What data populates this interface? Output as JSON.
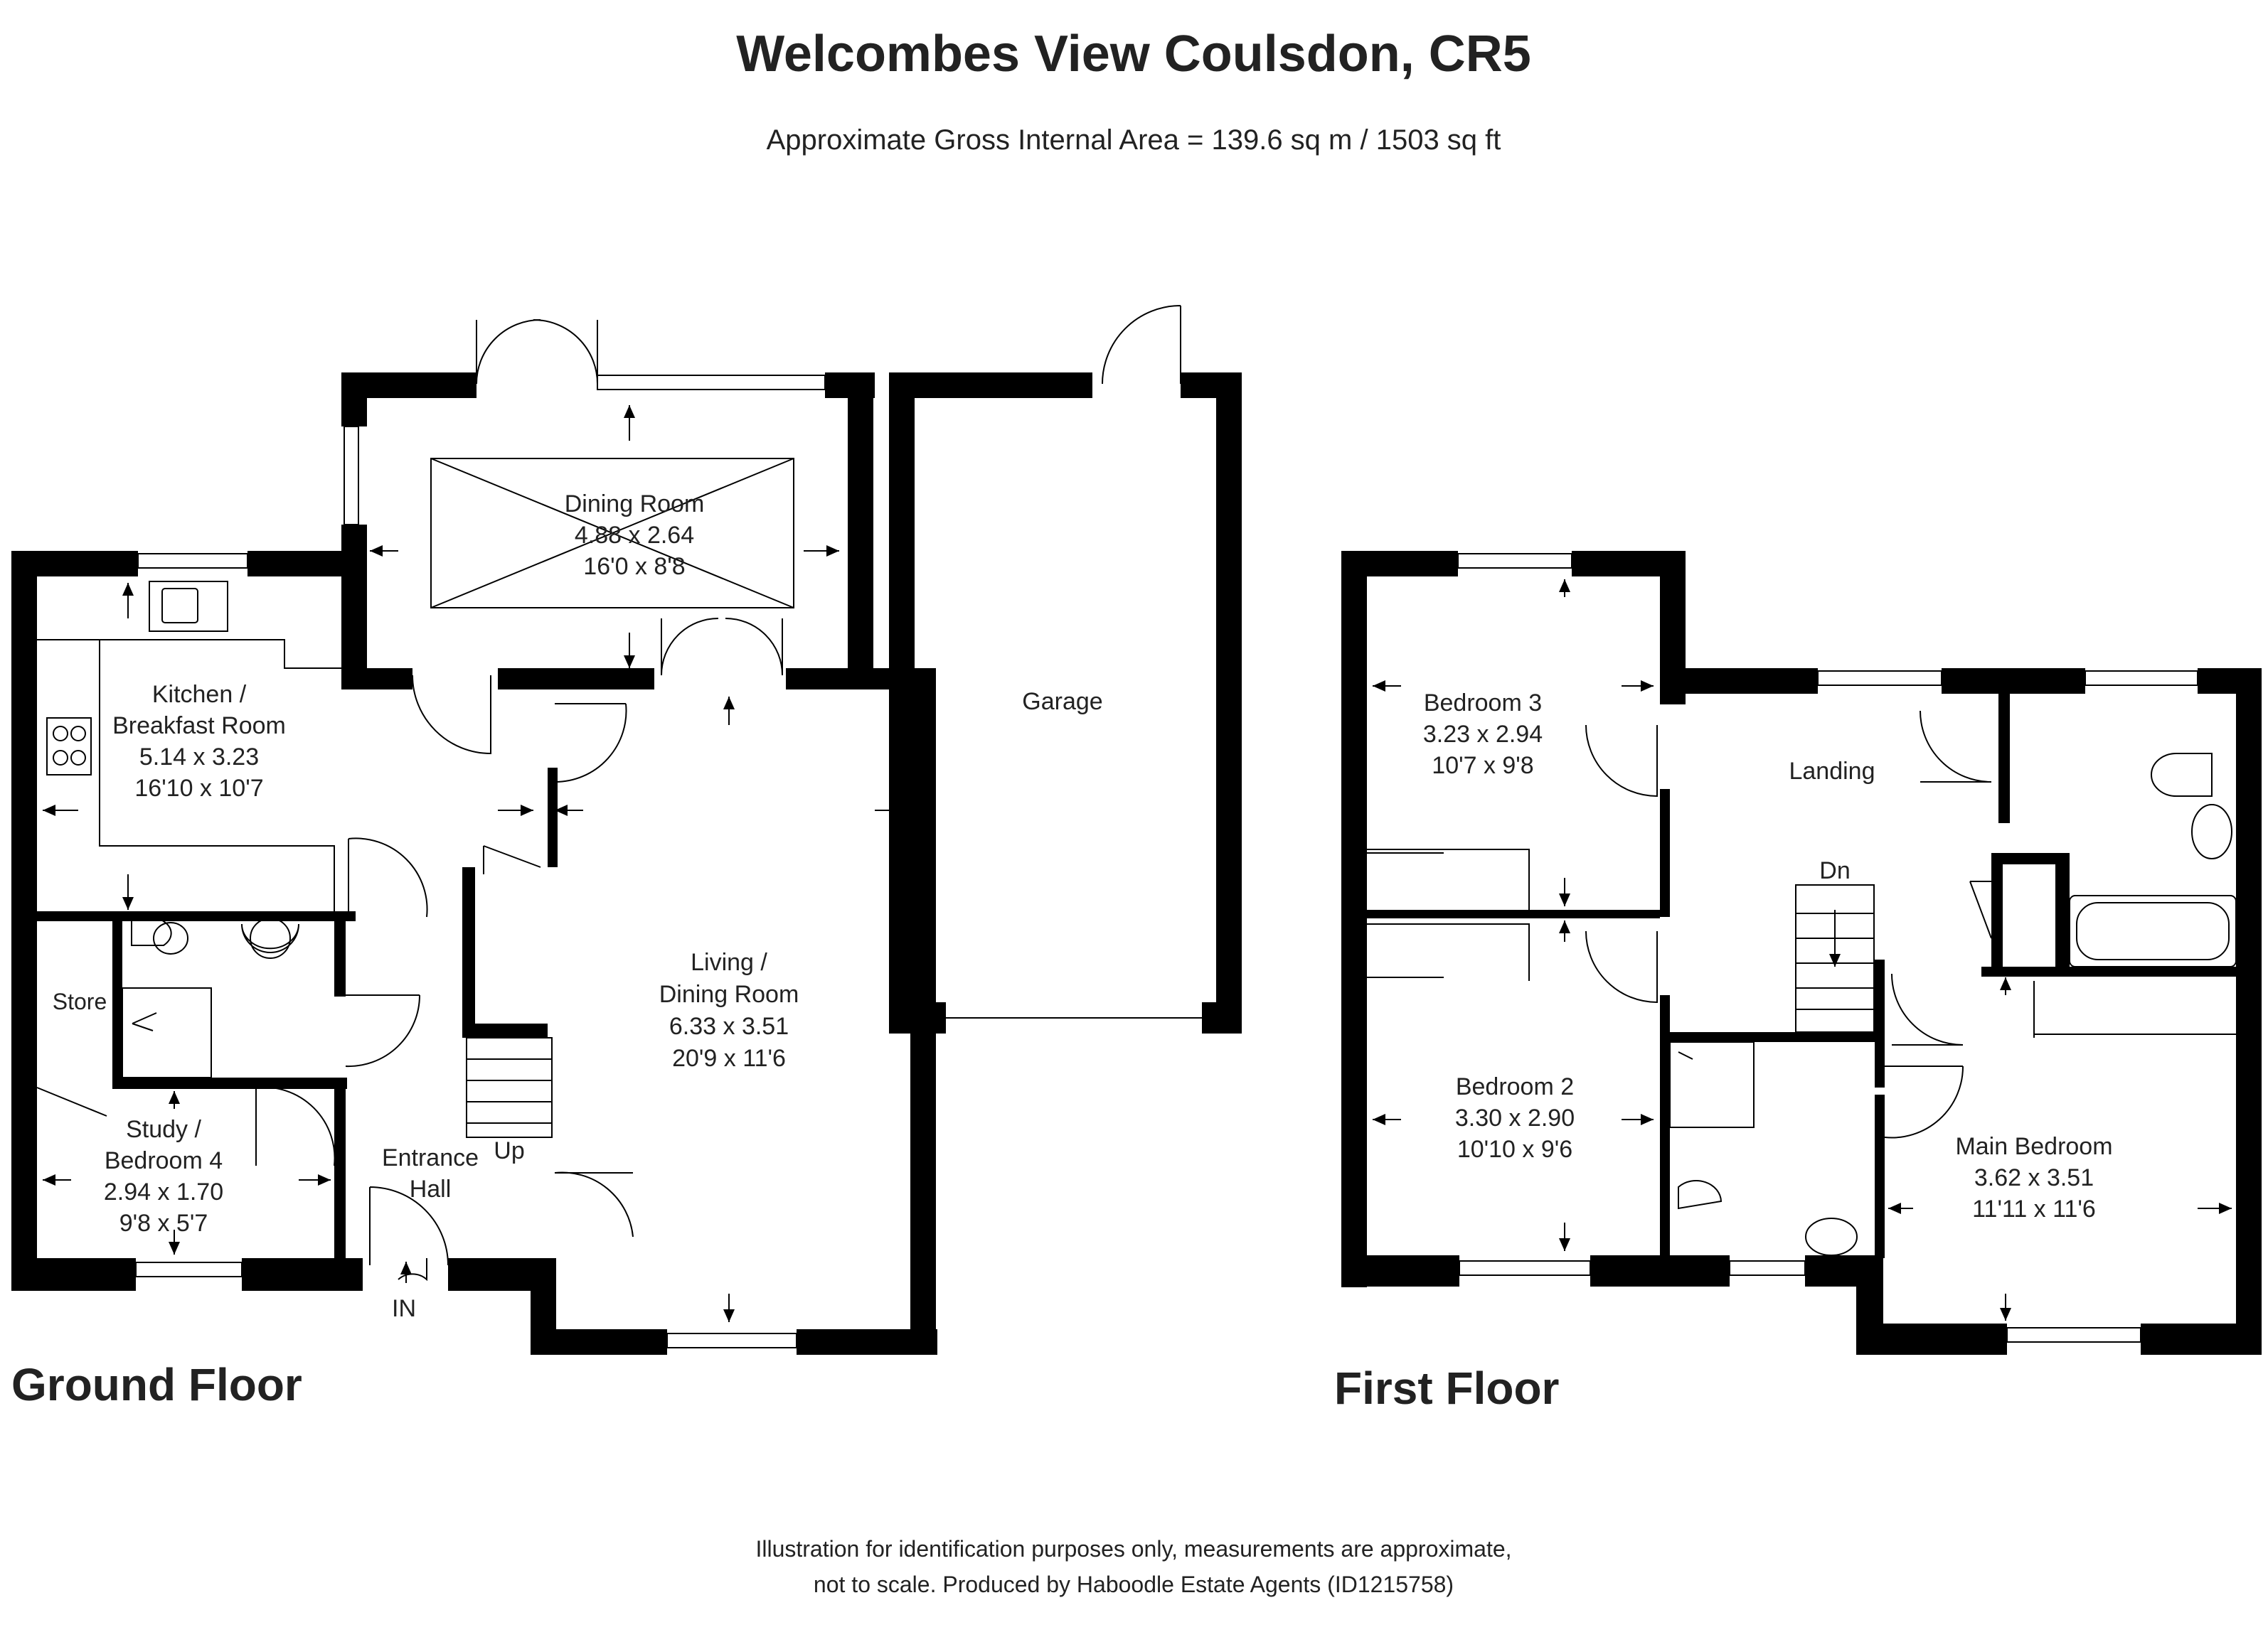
{
  "header": {
    "title": "Welcombes View Coulsdon, CR5",
    "area": "Approximate Gross Internal Area = 139.6 sq m / 1503 sq ft"
  },
  "floors": {
    "ground": "Ground Floor",
    "first": "First Floor"
  },
  "ground_rooms": {
    "dining": [
      "Dining Room",
      "4.88 x 2.64",
      "16'0 x 8'8"
    ],
    "kitchen": [
      "Kitchen /",
      "Breakfast Room",
      "5.14 x 3.23",
      "16'10 x 10'7"
    ],
    "garage": [
      "Garage"
    ],
    "living": [
      "Living /",
      "Dining Room",
      "6.33 x 3.51",
      "20'9 x 11'6"
    ],
    "store": [
      "Store"
    ],
    "study": [
      "Study /",
      "Bedroom 4",
      "2.94 x 1.70",
      "9'8 x 5'7"
    ],
    "hall": [
      "Entrance",
      "Hall"
    ],
    "up": "Up",
    "in": "IN"
  },
  "first_rooms": {
    "bed3": [
      "Bedroom 3",
      "3.23 x 2.94",
      "10'7 x 9'8"
    ],
    "landing": [
      "Landing"
    ],
    "dn": "Dn",
    "bed2": [
      "Bedroom 2",
      "3.30 x 2.90",
      "10'10 x 9'6"
    ],
    "main": [
      "Main Bedroom",
      "3.62 x 3.51",
      "11'11 x 11'6"
    ]
  },
  "footer": {
    "line1": "Illustration for identification purposes only, measurements are approximate,",
    "line2": "not to scale. Produced by Haboodle Estate Agents (ID1215758)"
  }
}
